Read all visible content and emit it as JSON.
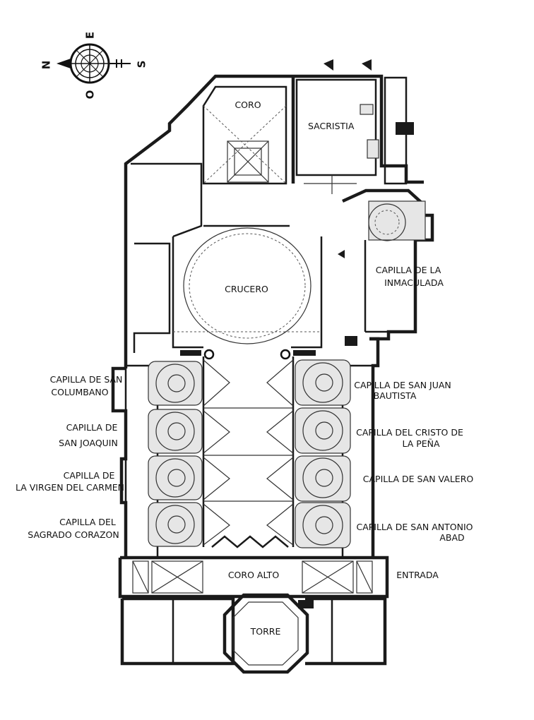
{
  "compass": {
    "n": "N",
    "e": "E",
    "s": "S",
    "o": "O"
  },
  "rooms": {
    "coro": "CORO",
    "sacristia": "SACRISTIA",
    "crucero": "CRUCERO",
    "capilla_inmaculada": [
      "CAPILLA DE LA",
      "INMACULADA"
    ],
    "capilla_san_columbano": [
      "CAPILLA DE SAN",
      "COLUMBANO"
    ],
    "capilla_san_joaquin": [
      "CAPILLA DE",
      "SAN JOAQUIN"
    ],
    "capilla_virgen_carmen": [
      "CAPILLA DE",
      "LA VIRGEN DEL CARMEN"
    ],
    "capilla_sagrado_corazon": [
      "CAPILLA DEL",
      "SAGRADO CORAZON"
    ],
    "capilla_san_juan": [
      "CAPILLA DE SAN JUAN",
      "BAUTISTA"
    ],
    "capilla_cristo_pena": [
      "CAPILLA DEL CRISTO DE",
      "LA PEÑA"
    ],
    "capilla_san_valero": "CAPILLA DE SAN VALERO",
    "capilla_san_antonio": [
      "CAPILLA DE SAN ANTONIO",
      "ABAD"
    ],
    "coro_alto": "CORO ALTO",
    "entrada": "ENTRADA",
    "torre": "TORRE"
  }
}
